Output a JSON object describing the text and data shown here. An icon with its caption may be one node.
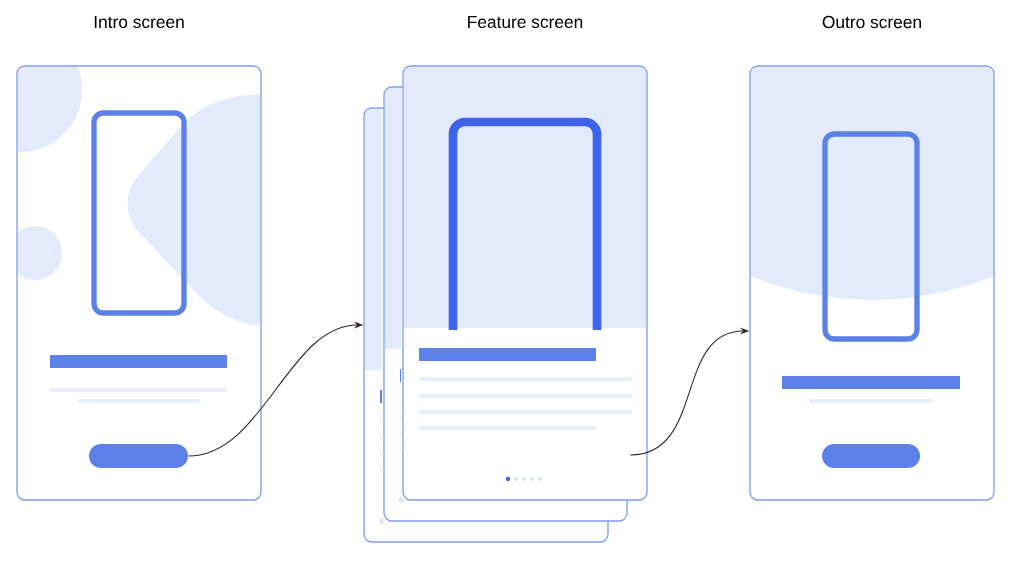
{
  "diagram": {
    "nodes": [
      {
        "text": [
          "Intro screen"
        ]
      },
      {
        "text": [],
        "shape": "button",
        "in": 0
      },
      {
        "text": [],
        "shape": "box"
      },
      {
        "text": [],
        "shape": "box"
      },
      {
        "text": [
          "Feature screen"
        ]
      },
      {
        "text": [
          "Outro screen"
        ]
      }
    ],
    "edges": [
      {
        "from": 1,
        "to": 2,
        "arrow": "to"
      },
      {
        "from": 4,
        "to": 5,
        "arrow": "to"
      }
    ]
  }
}
